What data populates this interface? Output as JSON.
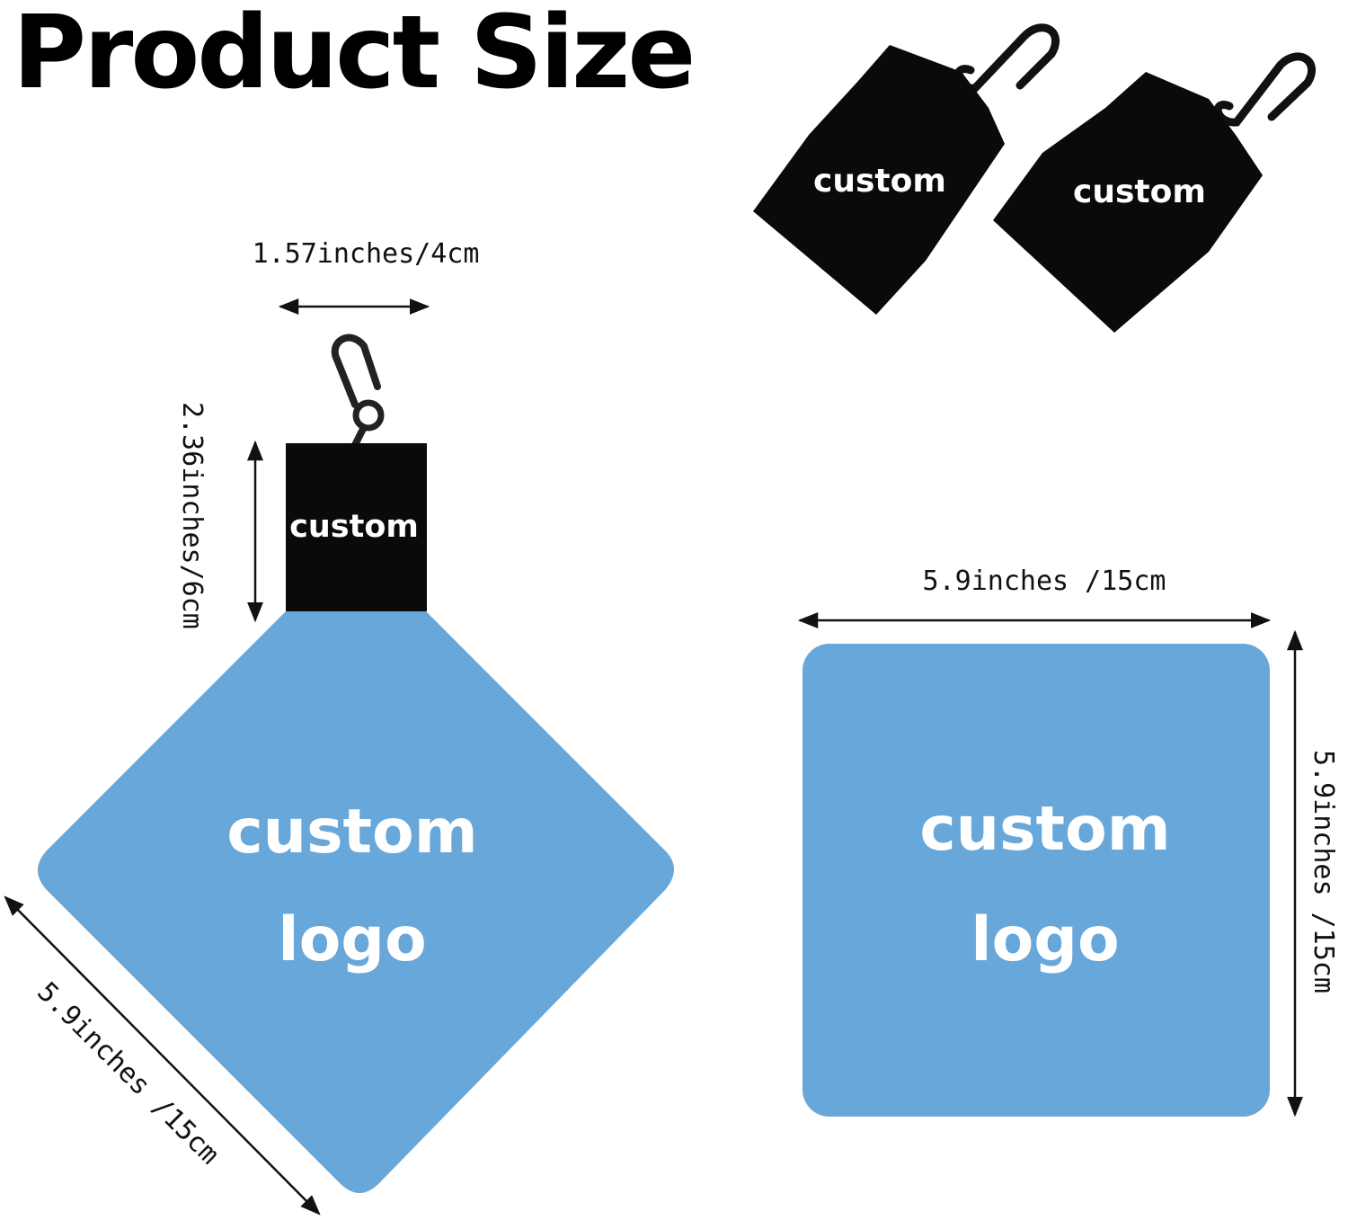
{
  "header": {
    "title": "Product Size"
  },
  "pouches": {
    "label_left": "custom",
    "label_right": "custom"
  },
  "hanging_cloth": {
    "pouch_label": "custom",
    "pouch_width_label": "1.57inches/4cm",
    "pouch_height_label": "2.36inches/6cm",
    "cloth_line1": "custom",
    "cloth_line2": "logo",
    "cloth_side_label": "5.9inches /15cm"
  },
  "flat_cloth": {
    "line1": "custom",
    "line2": "logo",
    "width_label": "5.9inches /15cm",
    "height_label": "5.9inches /15cm"
  },
  "colors": {
    "cloth_blue": "#68a7da",
    "pouch_black": "#0a0a0a"
  }
}
